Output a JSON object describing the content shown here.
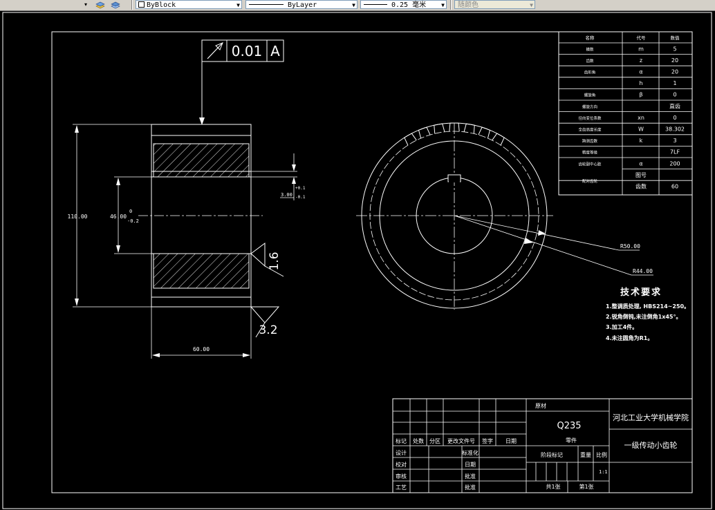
{
  "toolbar": {
    "dropdown_first_arrow": "▾",
    "color_value": "ByBlock",
    "linetype_value": "ByLayer",
    "lineweight_value": "0.25 毫米",
    "plotstyle_value": "随颜色"
  },
  "colors": {
    "background": "#000000",
    "lines": "#ffffff",
    "toolbar": "#d4d0c8"
  },
  "drawing": {
    "tolerance_frame": {
      "value": "0.01",
      "datum": "A"
    },
    "section_view": {
      "dim_height": "110.00",
      "dim_bore": "46.00",
      "bore_tol_upper": "0",
      "bore_tol_lower": "-0.2",
      "dim_keyway": "3.00",
      "keyway_tol_upper": "+0.1",
      "keyway_tol_lower": "-0.1",
      "dim_width": "60.00",
      "roughness_bore": "1.6",
      "roughness_face": "3.2"
    },
    "front_view": {
      "radius_outer": "R50.00",
      "radius_inner": "R44.00"
    },
    "params_table": {
      "headers": [
        "名称",
        "代号",
        "数值"
      ],
      "rows": [
        [
          "模数",
          "m",
          "5"
        ],
        [
          "齿数",
          "z",
          "20"
        ],
        [
          "齿形角",
          "α",
          "20"
        ],
        [
          "",
          "h",
          "1"
        ],
        [
          "螺旋角",
          "β",
          "0"
        ],
        [
          "螺旋方向",
          "",
          "直齿"
        ],
        [
          "径向变位系数",
          "xn",
          "0"
        ],
        [
          "全齿高度长度",
          "W",
          "38.302"
        ],
        [
          "跨测齿数",
          "k",
          "3"
        ],
        [
          "精度等级",
          "",
          "7LF"
        ],
        [
          "齿轮副中心距",
          "α",
          "200"
        ],
        [
          "配对齿轮",
          "图号",
          ""
        ],
        [
          "",
          "齿数",
          "60"
        ]
      ]
    },
    "tech_requirements": {
      "title": "技术要求",
      "items": [
        "1.整调质处理, HBS214~250。",
        "2.锐角倒钝,未注倒角1x45°。",
        "3.加工4件。",
        "4.未注圆角为R1。"
      ]
    },
    "title_block": {
      "material_label": "原材",
      "material": "Q235",
      "part_label": "零件",
      "school": "河北工业大学机械学院",
      "part_name": "一级传动小齿轮",
      "rev_headers": [
        "标记",
        "处数",
        "分区",
        "更改文件号",
        "签字",
        "日期"
      ],
      "role_left": [
        "设计",
        "校对",
        "审核",
        "工艺"
      ],
      "role_mid": [
        "标准化",
        "日期",
        "批准",
        "批准"
      ],
      "stage_headers": [
        "阶段标记",
        "重量",
        "比例"
      ],
      "scale": "1:1",
      "sheet_total": "共1张",
      "sheet_no": "第1张"
    }
  }
}
